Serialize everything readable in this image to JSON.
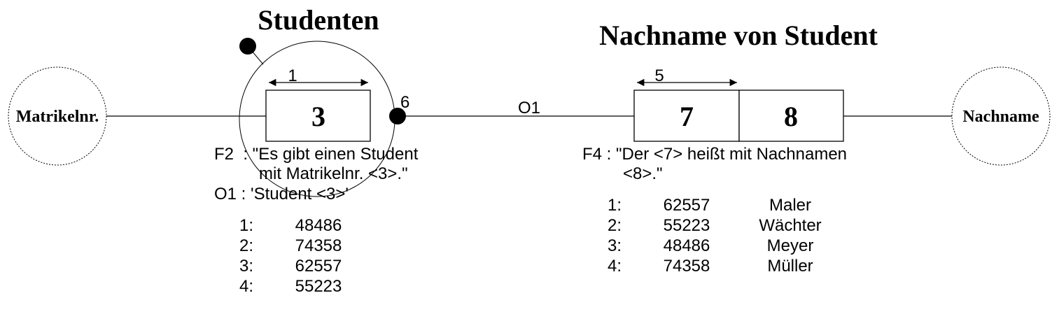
{
  "titles": {
    "left": "Studenten",
    "right": "Nachname von Student"
  },
  "value_types": {
    "left": "Matrikelnr.",
    "right": "Nachname"
  },
  "boxes": {
    "box_3": "3",
    "box_7": "7",
    "box_8": "8"
  },
  "uniqueness": {
    "left_label": "1",
    "right_label": "5"
  },
  "markers": {
    "dot_label": "6",
    "line_label": "O1"
  },
  "left_text": {
    "f2_line1": "F2  : \"Es gibt einen Student",
    "f2_line2": "mit Matrikelnr. <3>.\"",
    "o1_line": "O1 : 'Student <3>'",
    "rows": [
      {
        "idx": "1:",
        "val": "48486"
      },
      {
        "idx": "2:",
        "val": "74358"
      },
      {
        "idx": "3:",
        "val": "62557"
      },
      {
        "idx": "4:",
        "val": "55223"
      }
    ]
  },
  "right_text": {
    "f4_line1": "F4 : \"Der <7> heißt mit Nachnamen",
    "f4_line2": "<8>.\"",
    "rows": [
      {
        "idx": "1:",
        "val": "62557",
        "name": "Maler"
      },
      {
        "idx": "2:",
        "val": "55223",
        "name": "Wächter"
      },
      {
        "idx": "3:",
        "val": "48486",
        "name": "Meyer"
      },
      {
        "idx": "4:",
        "val": "74358",
        "name": "Müller"
      }
    ]
  }
}
